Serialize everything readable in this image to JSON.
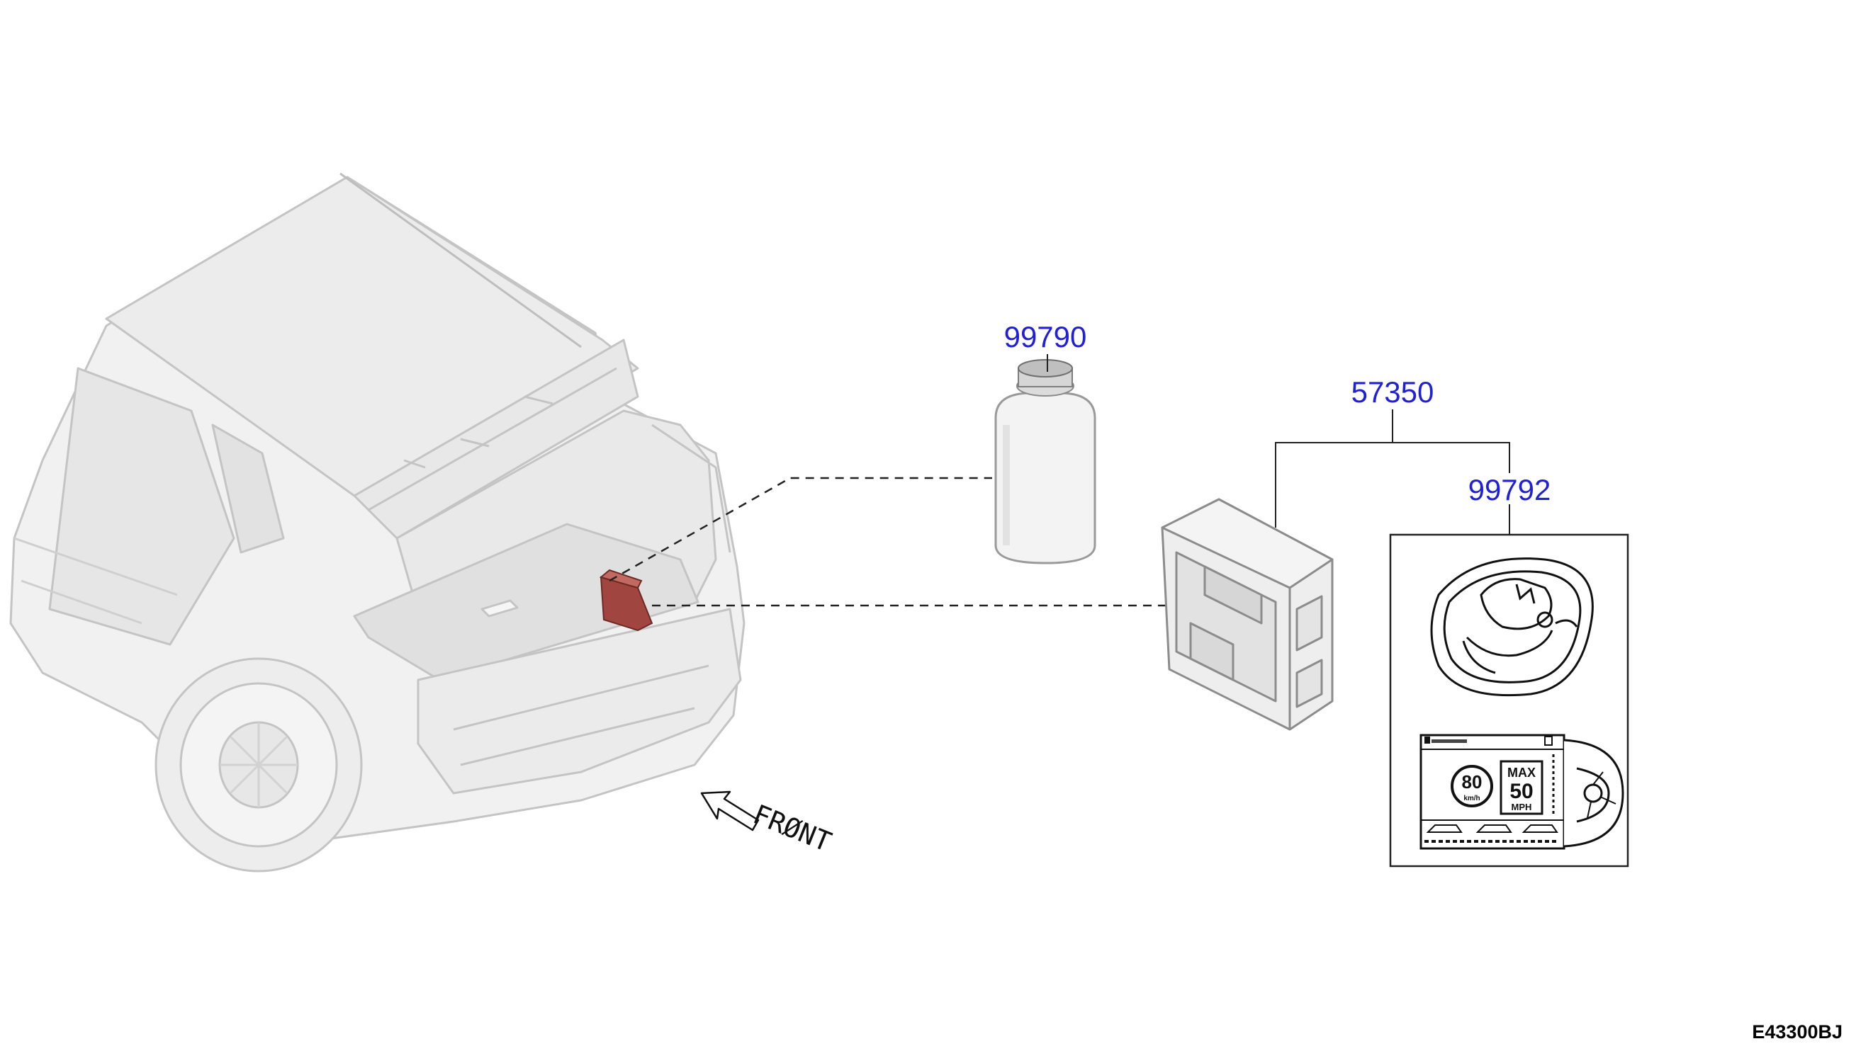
{
  "diagram": {
    "part_numbers": {
      "bottle": "99790",
      "kit_case": "57350",
      "instructions": "99792"
    },
    "direction_label": "FRØNT",
    "figure_code": "E43300BJ",
    "sign": {
      "speed_top": "80",
      "speed_unit": "km/h",
      "max_label": "MAX",
      "max_value": "50",
      "max_unit": "MPH"
    },
    "colors": {
      "label_blue": "#2020d8",
      "highlight_red": "#a0453f",
      "line": "#222222",
      "vehicle_ghost": "#c8c8c8"
    }
  }
}
